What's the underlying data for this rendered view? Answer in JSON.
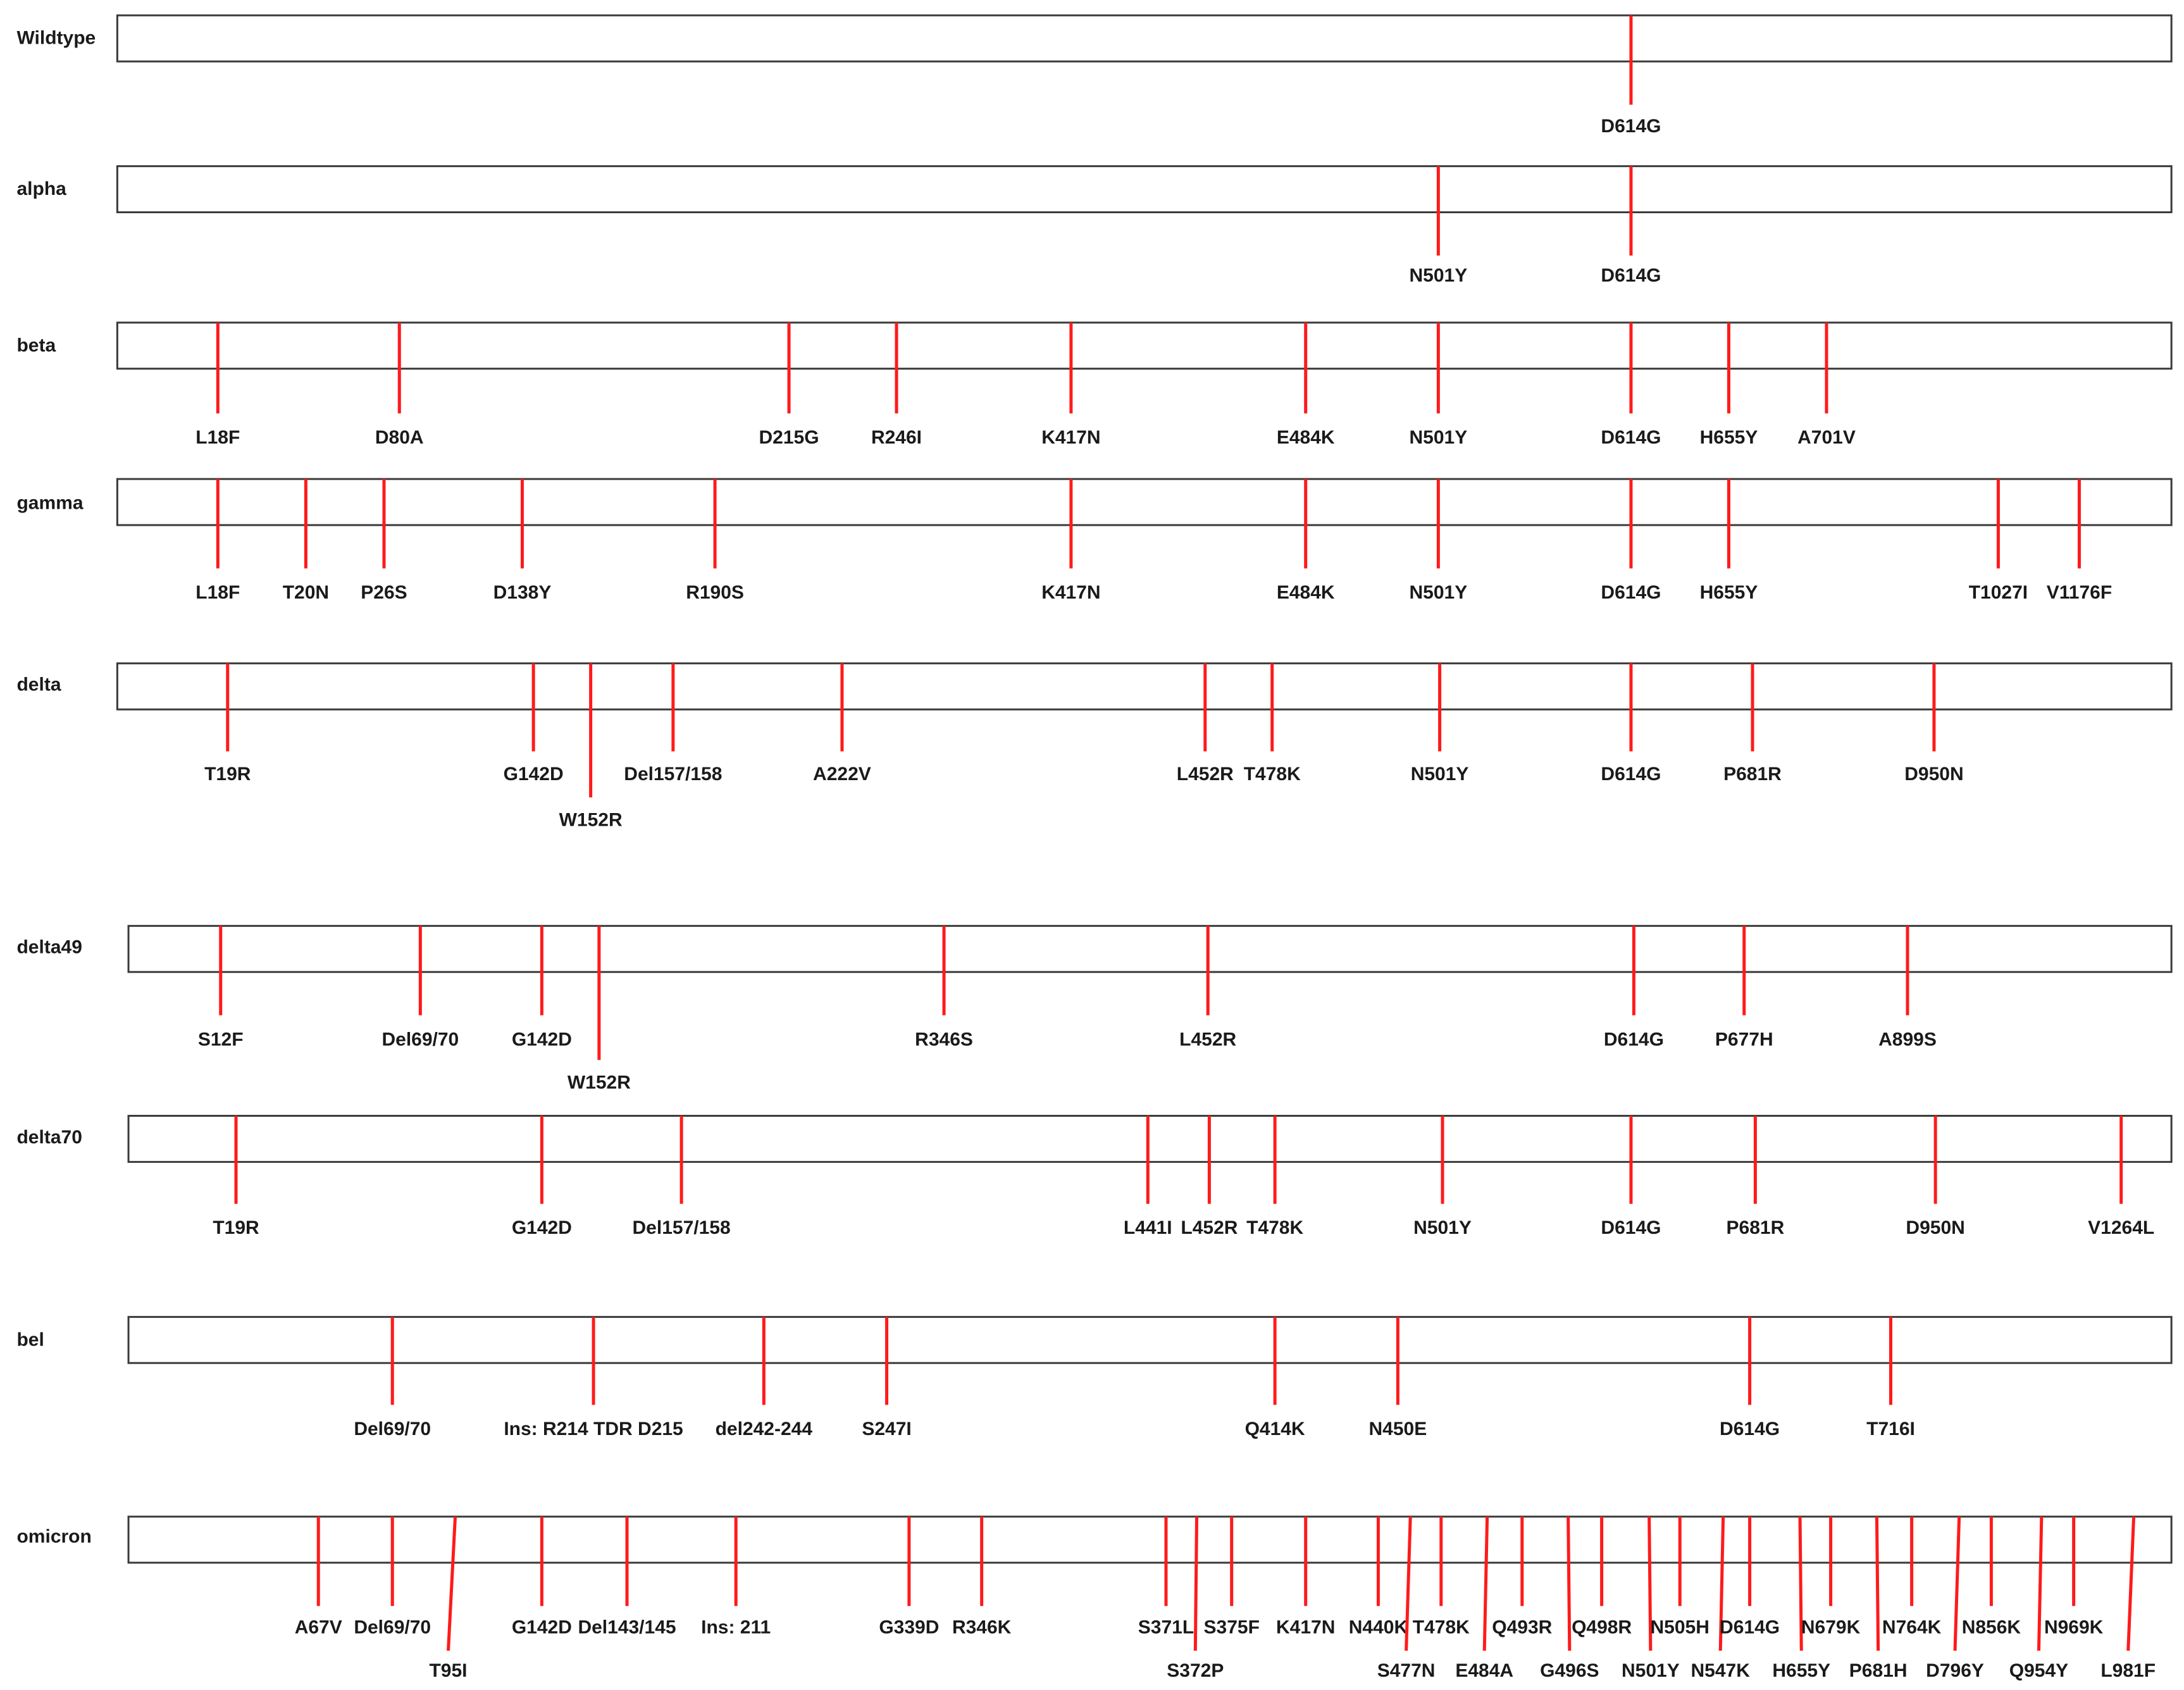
{
  "colors": {
    "mutation": "#ff1a1a",
    "bar_stroke": "#3a3a3a",
    "text": "#1a1a1a"
  },
  "variants": [
    {
      "name": "Wildtype",
      "mutations": [
        {
          "label": "D614G"
        }
      ]
    },
    {
      "name": "alpha",
      "mutations": [
        {
          "label": "N501Y"
        },
        {
          "label": "D614G"
        }
      ]
    },
    {
      "name": "beta",
      "mutations": [
        {
          "label": "L18F"
        },
        {
          "label": "D80A"
        },
        {
          "label": "D215G"
        },
        {
          "label": "R246I"
        },
        {
          "label": "K417N"
        },
        {
          "label": "E484K"
        },
        {
          "label": "N501Y"
        },
        {
          "label": "D614G"
        },
        {
          "label": "H655Y"
        },
        {
          "label": "A701V"
        }
      ]
    },
    {
      "name": "gamma",
      "mutations": [
        {
          "label": "L18F"
        },
        {
          "label": "T20N"
        },
        {
          "label": "P26S"
        },
        {
          "label": "D138Y"
        },
        {
          "label": "R190S"
        },
        {
          "label": "K417N"
        },
        {
          "label": "E484K"
        },
        {
          "label": "N501Y"
        },
        {
          "label": "D614G"
        },
        {
          "label": "H655Y"
        },
        {
          "label": "T1027I"
        },
        {
          "label": "V1176F"
        }
      ]
    },
    {
      "name": "delta",
      "mutations": [
        {
          "label": "T19R"
        },
        {
          "label": "G142D"
        },
        {
          "label": "W152R"
        },
        {
          "label": "Del157/158"
        },
        {
          "label": "A222V"
        },
        {
          "label": "L452R"
        },
        {
          "label": "T478K"
        },
        {
          "label": "N501Y"
        },
        {
          "label": "D614G"
        },
        {
          "label": "P681R"
        },
        {
          "label": "D950N"
        }
      ]
    },
    {
      "name": "delta49",
      "mutations": [
        {
          "label": "S12F"
        },
        {
          "label": "Del69/70"
        },
        {
          "label": "G142D"
        },
        {
          "label": "W152R"
        },
        {
          "label": "R346S"
        },
        {
          "label": "L452R"
        },
        {
          "label": "D614G"
        },
        {
          "label": "P677H"
        },
        {
          "label": "A899S"
        }
      ]
    },
    {
      "name": "delta70",
      "mutations": [
        {
          "label": "T19R"
        },
        {
          "label": "G142D"
        },
        {
          "label": "Del157/158"
        },
        {
          "label": "L441I"
        },
        {
          "label": "L452R"
        },
        {
          "label": "T478K"
        },
        {
          "label": "N501Y"
        },
        {
          "label": "D614G"
        },
        {
          "label": "P681R"
        },
        {
          "label": "D950N"
        },
        {
          "label": "V1264L"
        }
      ]
    },
    {
      "name": "bel",
      "mutations": [
        {
          "label": "Del69/70"
        },
        {
          "label": "Ins: R214 TDR D215"
        },
        {
          "label": "del242-244"
        },
        {
          "label": "S247I"
        },
        {
          "label": "Q414K"
        },
        {
          "label": "N450E"
        },
        {
          "label": "D614G"
        },
        {
          "label": "T716I"
        }
      ]
    },
    {
      "name": "omicron",
      "mutations": [
        {
          "label": "A67V"
        },
        {
          "label": "Del69/70"
        },
        {
          "label": "T95I"
        },
        {
          "label": "G142D"
        },
        {
          "label": "Del143/145"
        },
        {
          "label": "Ins: 211"
        },
        {
          "label": "G339D"
        },
        {
          "label": "R346K"
        },
        {
          "label": "S371L"
        },
        {
          "label": "S372P"
        },
        {
          "label": "S375F"
        },
        {
          "label": "K417N"
        },
        {
          "label": "N440K"
        },
        {
          "label": "S477N"
        },
        {
          "label": "T478K"
        },
        {
          "label": "E484A"
        },
        {
          "label": "Q493R"
        },
        {
          "label": "G496S"
        },
        {
          "label": "Q498R"
        },
        {
          "label": "N501Y"
        },
        {
          "label": "N505H"
        },
        {
          "label": "N547K"
        },
        {
          "label": "D614G"
        },
        {
          "label": "H655Y"
        },
        {
          "label": "N679K"
        },
        {
          "label": "P681H"
        },
        {
          "label": "N764K"
        },
        {
          "label": "D796Y"
        },
        {
          "label": "N856K"
        },
        {
          "label": "Q954Y"
        },
        {
          "label": "N969K"
        },
        {
          "label": "L981F"
        }
      ]
    }
  ]
}
